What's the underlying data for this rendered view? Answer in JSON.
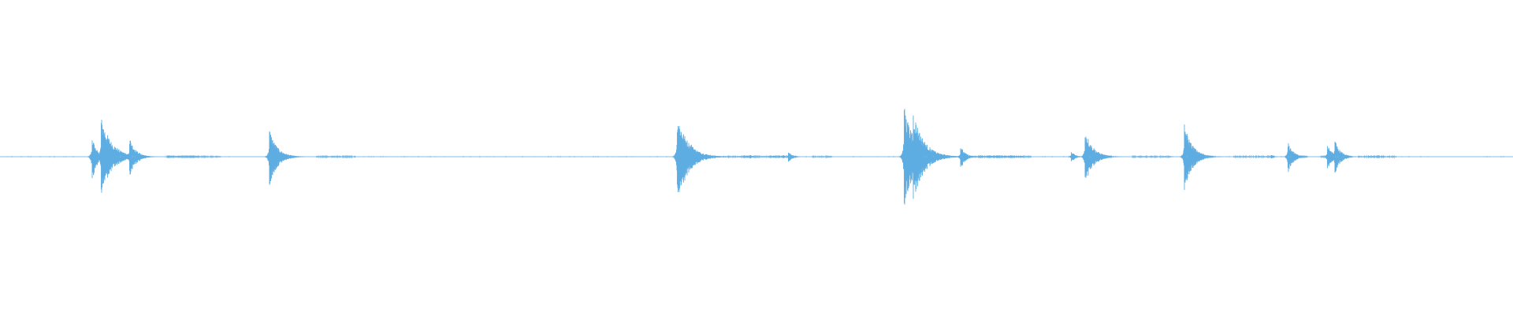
{
  "waveform": {
    "color": "#5dade2",
    "baseline_color": "#7fbfe8",
    "bursts": [
      {
        "time": 0.0607,
        "peak": 0.22,
        "up": 0.42,
        "down": 0.55
      },
      {
        "time": 0.0668,
        "peak": 1.0,
        "up": 0.78,
        "down": 0.76
      },
      {
        "time": 0.0855,
        "peak": 0.42,
        "up": 0.4,
        "down": 0.44
      },
      {
        "time": 0.1779,
        "peak": 0.62,
        "up": 0.56,
        "down": 0.62
      },
      {
        "time": 0.4475,
        "peak": 1.0,
        "up": 0.85,
        "down": 0.98
      },
      {
        "time": 0.4567,
        "peak": 0.3,
        "up": 0.3,
        "down": 0.28
      },
      {
        "time": 0.4955,
        "peak": 0.05,
        "up": 0.04,
        "down": 0.04
      },
      {
        "time": 0.521,
        "peak": 0.14,
        "up": 0.1,
        "down": 0.12
      },
      {
        "time": 0.5974,
        "peak": 1.0,
        "up": 1.0,
        "down": 1.0
      },
      {
        "time": 0.6036,
        "peak": 0.98,
        "up": 0.9,
        "down": 0.92
      },
      {
        "time": 0.6348,
        "peak": 0.22,
        "up": 0.22,
        "down": 0.26
      },
      {
        "time": 0.708,
        "peak": 0.1,
        "up": 0.12,
        "down": 0.12
      },
      {
        "time": 0.7171,
        "peak": 0.62,
        "up": 0.55,
        "down": 0.58
      },
      {
        "time": 0.7828,
        "peak": 0.66,
        "up": 0.64,
        "down": 0.66
      },
      {
        "time": 0.8401,
        "peak": 0.05,
        "up": 0.04,
        "down": 0.04
      },
      {
        "time": 0.8511,
        "peak": 0.32,
        "up": 0.3,
        "down": 0.34
      },
      {
        "time": 0.8773,
        "peak": 0.28,
        "up": 0.26,
        "down": 0.28
      },
      {
        "time": 0.8821,
        "peak": 0.34,
        "up": 0.34,
        "down": 0.36
      }
    ]
  }
}
